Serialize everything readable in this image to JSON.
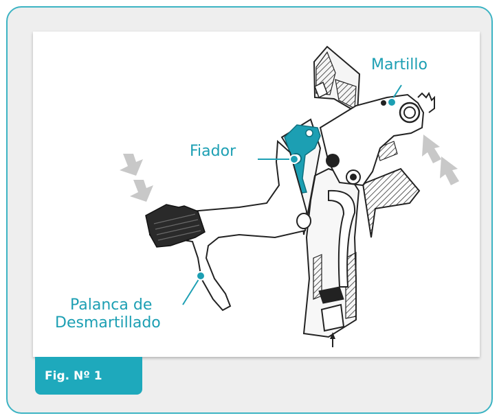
{
  "figure": {
    "caption": "Fig. Nº 1",
    "labels": {
      "martillo": "Martillo",
      "fiador": "Fiador",
      "palanca_line1": "Palanca de",
      "palanca_line2": "Desmartillado"
    },
    "colors": {
      "accent": "#1ea9bc",
      "border": "#3bb3c3",
      "panel": "#eeeeee",
      "arrow": "#c8c8c8"
    }
  }
}
